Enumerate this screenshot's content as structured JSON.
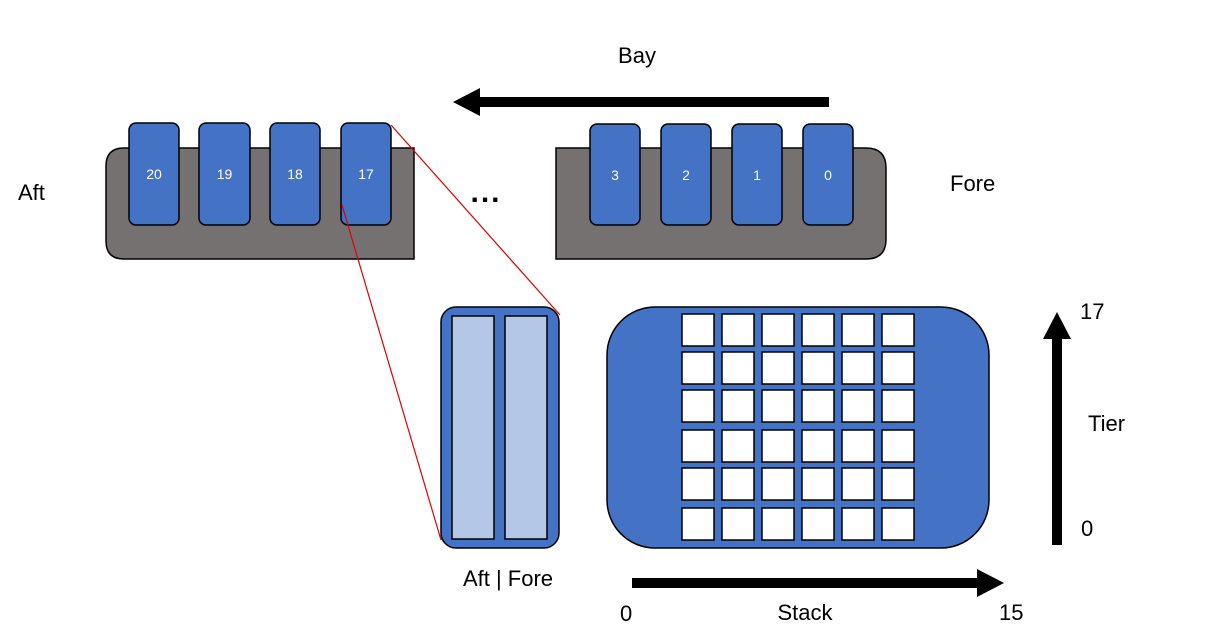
{
  "labels": {
    "bay": "Bay",
    "aft": "Aft",
    "fore": "Fore",
    "ellipsis": "...",
    "aft_fore": "Aft | Fore",
    "tier": "Tier",
    "tier_max": "17",
    "tier_min": "0",
    "stack": "Stack",
    "stack_min": "0",
    "stack_max": "15"
  },
  "bays": {
    "left": [
      "20",
      "19",
      "18",
      "17"
    ],
    "right": [
      "3",
      "2",
      "1",
      "0"
    ]
  },
  "colors": {
    "ship_hull": "#767171",
    "bay_block": "#4472c4",
    "slot_light": "#b4c7e7",
    "connector_line": "#e00000",
    "arrow": "#000000",
    "text": "#000000"
  },
  "grid": {
    "rows": 6,
    "cols": 6
  }
}
